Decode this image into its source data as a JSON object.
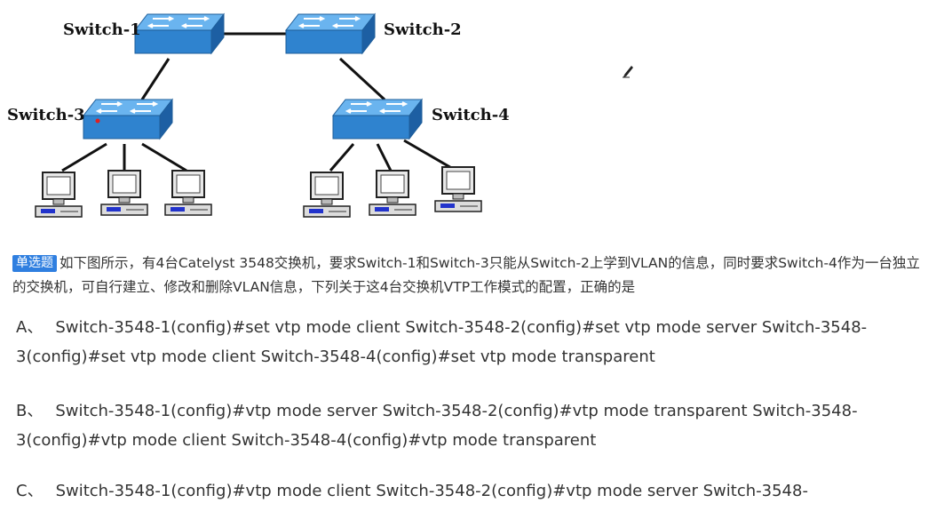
{
  "diagram": {
    "switches": [
      {
        "id": "sw1",
        "label": "Switch-1"
      },
      {
        "id": "sw2",
        "label": "Switch-2"
      },
      {
        "id": "sw3",
        "label": "Switch-3"
      },
      {
        "id": "sw4",
        "label": "Switch-4"
      }
    ]
  },
  "question": {
    "type_badge": "单选题",
    "text": "如下图所示，有4台Catelyst 3548交换机，要求Switch-1和Switch-3只能从Switch-2上学到VLAN的信息，同时要求Switch-4作为一台独立的交换机，可自行建立、修改和删除VLAN信息，下列关于这4台交换机VTP工作模式的配置，正确的是"
  },
  "options": [
    {
      "letter": "A、",
      "text": "Switch-3548-1(config)#set vtp mode client Switch-3548-2(config)#set vtp mode server Switch-3548-3(config)#set vtp mode client Switch-3548-4(config)#set vtp mode transparent"
    },
    {
      "letter": "B、",
      "text": "Switch-3548-1(config)#vtp mode server Switch-3548-2(config)#vtp mode transparent Switch-3548-3(config)#vtp mode client Switch-3548-4(config)#vtp mode transparent"
    },
    {
      "letter": "C、",
      "text": "Switch-3548-1(config)#vtp mode client Switch-3548-2(config)#vtp mode server Switch-3548-"
    }
  ],
  "colors": {
    "badge": "#2f7fe0",
    "switch_blue": "#3d8fd6"
  },
  "icons": [
    "switch-icon",
    "computer-icon",
    "pen-cursor-icon"
  ]
}
